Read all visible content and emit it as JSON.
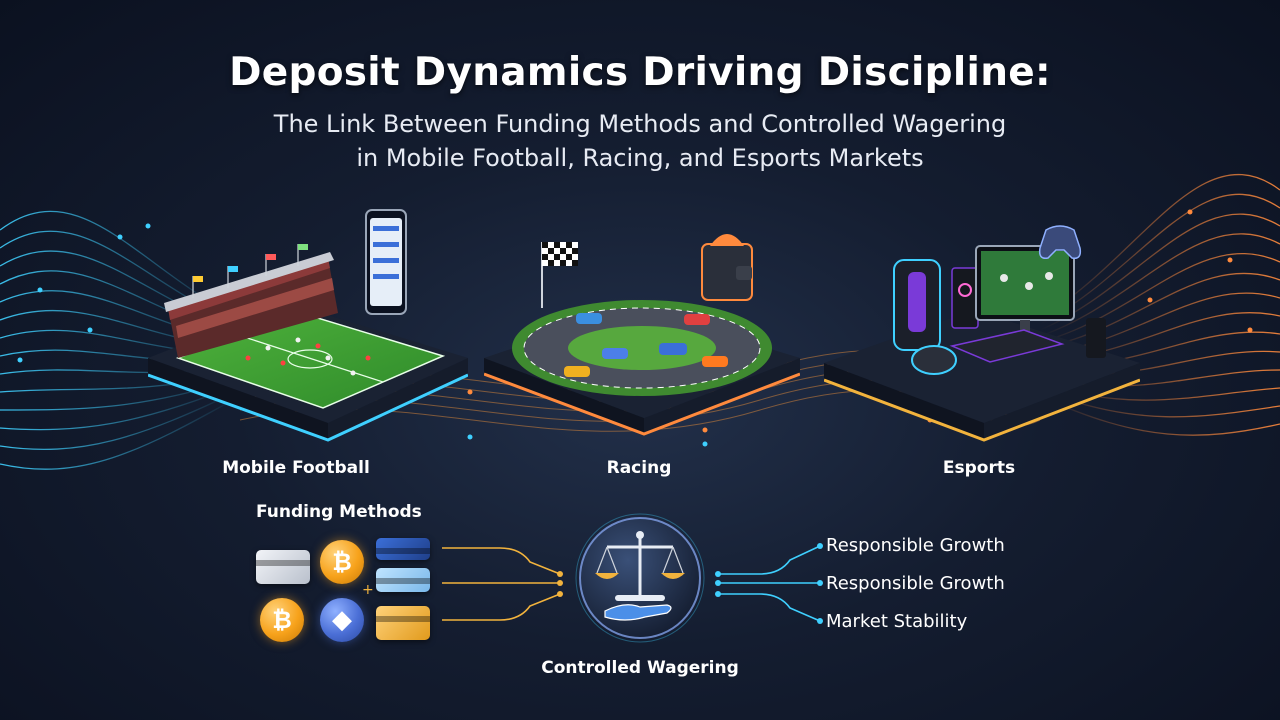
{
  "header": {
    "title": "Deposit Dynamics Driving Discipline:",
    "subtitle_line1": "The Link Between Funding Methods and Controlled Wagering",
    "subtitle_line2": "in Mobile Football, Racing, and Esports Markets"
  },
  "markets": [
    {
      "label": "Mobile Football",
      "icon": "football-stadium-icon"
    },
    {
      "label": "Racing",
      "icon": "race-track-icon"
    },
    {
      "label": "Esports",
      "icon": "gaming-setup-icon"
    }
  ],
  "funding": {
    "title": "Funding Methods",
    "icons": [
      "credit-card-icon",
      "bitcoin-icon",
      "bank-card-icon",
      "bitcoin-icon",
      "ethereum-icon",
      "gold-card-icon"
    ]
  },
  "center": {
    "label": "Controlled Wagering",
    "icon": "balance-scale-icon"
  },
  "outcomes": [
    "Responsible Growth",
    "Responsible Growth",
    "Market Stability"
  ],
  "colors": {
    "background": "#141d30",
    "cyan_glow": "#3fd0ff",
    "orange_glow": "#ff8a3d",
    "gold_line": "#f2b33d"
  }
}
